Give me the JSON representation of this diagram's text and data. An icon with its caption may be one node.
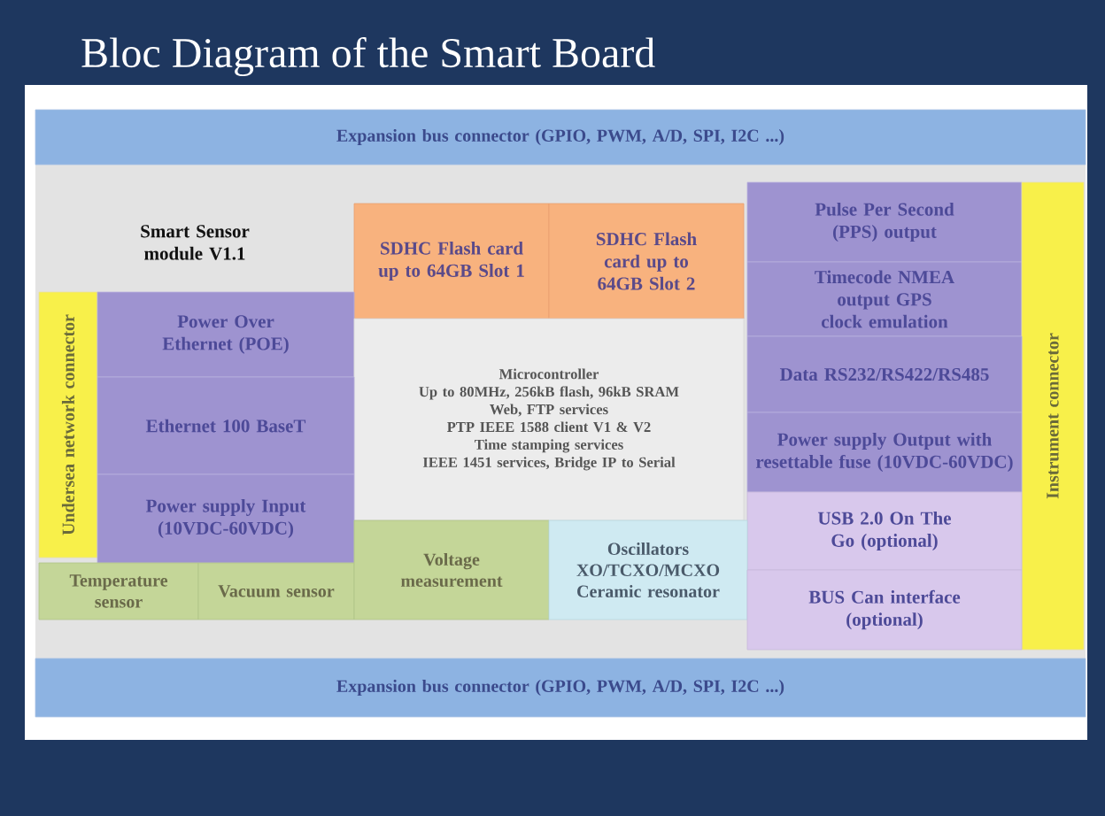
{
  "diagram": {
    "title": "Bloc Diagram of the Smart Board",
    "nodes": [
      {
        "text": [
          "Expansion bus connector (GPIO, PWM, A/D, SPI, I2C ...)"
        ]
      },
      {
        "text": [
          "Smart Sensor module V1.1"
        ]
      },
      {
        "text": [
          "SDHC Flash card up to 64GB Slot 1"
        ]
      },
      {
        "text": [
          "SDHC Flash card up to 64GB Slot 2"
        ]
      },
      {
        "text": [
          "Pulse Per Second (PPS) output"
        ]
      },
      {
        "text": [
          "Undersea network connector"
        ]
      },
      {
        "text": [
          "Power Over Ethernet (POE)"
        ]
      },
      {
        "text": [
          "Timecode NMEA output GPS clock emulation"
        ]
      },
      {
        "text": [
          "Instrument connector"
        ]
      },
      {
        "text": [
          "Microcontroller",
          "Up to 80MHz, 256kB flash, 96kB SRAM",
          "Web, FTP services",
          "PTP IEEE 1588 client V1 & V2",
          "Time stamping services",
          "IEEE 1451 services, Bridge IP to Serial"
        ]
      },
      {
        "text": [
          "Data RS232/RS422/RS485"
        ]
      },
      {
        "text": [
          "Ethernet 100 BaseT"
        ]
      },
      {
        "text": [
          "Power supply Output with resettable fuse (10VDC-60VDC)"
        ]
      },
      {
        "text": [
          "Power supply Input (10VDC-60VDC)"
        ]
      },
      {
        "text": [
          "USB 2.0 On The Go (optional)"
        ]
      },
      {
        "text": [
          "Temperature sensor"
        ]
      },
      {
        "text": [
          "Vacuum sensor"
        ]
      },
      {
        "text": [
          "Voltage measurement"
        ]
      },
      {
        "text": [
          "Oscillators XO/TCXO/MCXO Ceramic resonator"
        ]
      },
      {
        "text": [
          "BUS Can interface (optional)"
        ]
      },
      {
        "text": [
          "Expansion bus connector (GPIO, PWM, A/D, SPI, I2C ...)"
        ]
      }
    ]
  }
}
